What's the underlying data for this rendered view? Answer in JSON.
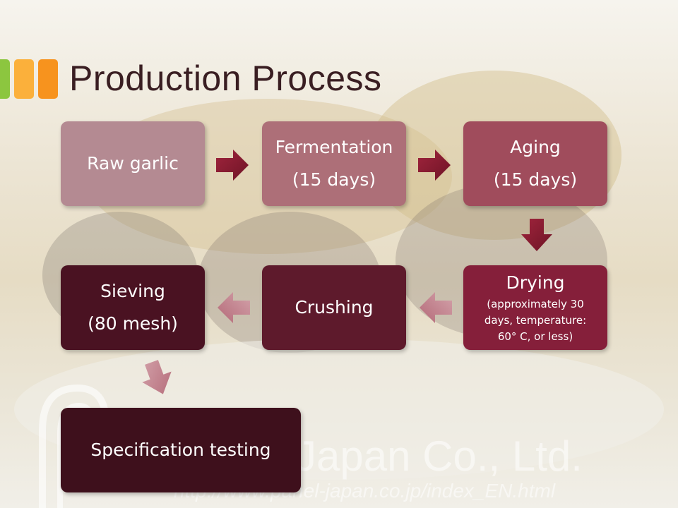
{
  "slide": {
    "title": "Production Process",
    "colors": {
      "bar_green": "#8cc63f",
      "bar_yellow": "#fbb03b",
      "bar_orange": "#f7931e",
      "box_light": "#b48a92",
      "box_mid": "#a8545f",
      "box_dark": "#8c2a3a",
      "box_darker": "#5a1a2a",
      "box_darkest": "#3e121c",
      "arrow_dark": "#8c1d33",
      "arrow_light": "#c98e98"
    }
  },
  "steps": [
    {
      "id": "raw-garlic",
      "line1": "Raw garlic",
      "line2": ""
    },
    {
      "id": "fermentation",
      "line1": "Fermentation",
      "line2": "(15 days)"
    },
    {
      "id": "aging",
      "line1": "Aging",
      "line2": "(15 days)"
    },
    {
      "id": "drying",
      "line1": "Drying",
      "detail": "(approximately 30 days, temperature: 60° C, or less)"
    },
    {
      "id": "crushing",
      "line1": "Crushing",
      "line2": ""
    },
    {
      "id": "sieving",
      "line1": "Sieving",
      "line2": "(80 mesh)"
    },
    {
      "id": "spec-testing",
      "line1": "Specification testing",
      "line2": ""
    }
  ],
  "watermark": {
    "company": "Japan Co., Ltd.",
    "url": "http://www.panel-japan.co.jp/index_EN.html"
  }
}
